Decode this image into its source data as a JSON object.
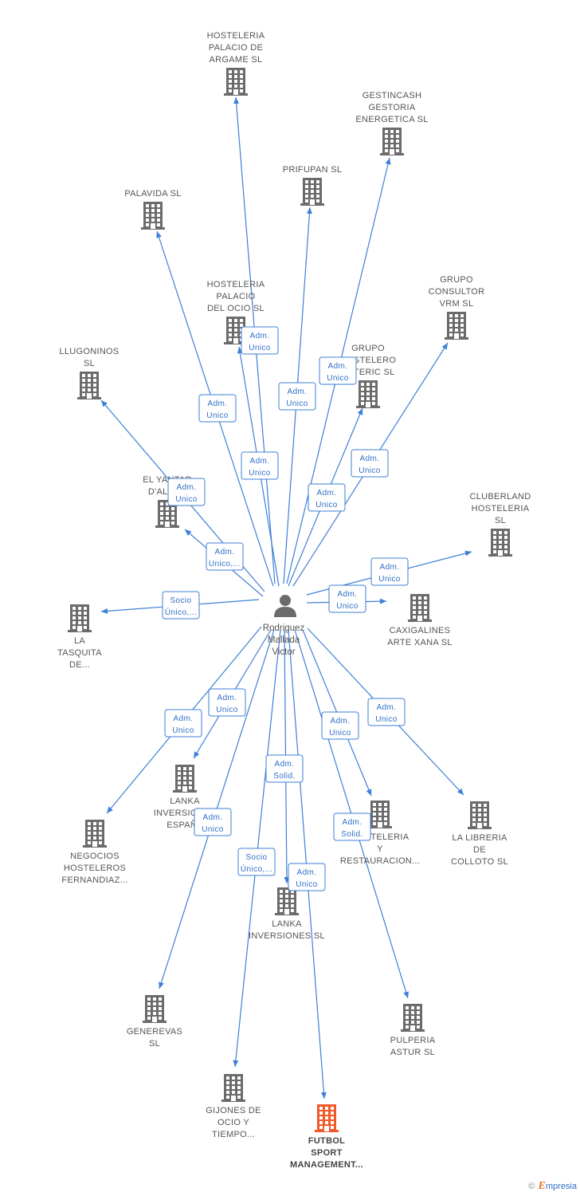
{
  "colors": {
    "edge": "#3e7fd6",
    "building": "#6b6b6b",
    "target": "#f05a2a",
    "label": "#555555"
  },
  "person": {
    "icon": "person-icon",
    "lines": [
      "Rodriguez",
      "Mallada",
      "Victor"
    ]
  },
  "companies": [
    {
      "id": "hosteleria-palacio-argame",
      "lines": [
        "HOSTELERIA",
        "PALACIO DE",
        "ARGAME SL"
      ]
    },
    {
      "id": "gestincash",
      "lines": [
        "GESTINCASH",
        "GESTORIA",
        "ENERGETICA SL"
      ]
    },
    {
      "id": "prifupan",
      "lines": [
        "PRIFUPAN  SL"
      ]
    },
    {
      "id": "palavida",
      "lines": [
        "PALAVIDA SL"
      ]
    },
    {
      "id": "grupo-consultor",
      "lines": [
        "GRUPO",
        "CONSULTOR",
        "VRM SL"
      ]
    },
    {
      "id": "hosteleria-palacio-ocio",
      "lines": [
        "HOSTELERIA",
        "PALACIO",
        "DEL OCIO  SL"
      ]
    },
    {
      "id": "llugoninos",
      "lines": [
        "LLUGONINOS",
        "SL"
      ]
    },
    {
      "id": "grupo-hostelero",
      "lines": [
        "GRUPO",
        "HOSTELERO",
        "ASTERIC SL"
      ]
    },
    {
      "id": "el-yantar",
      "lines": [
        "EL YANTAR",
        "D'ALDEA"
      ]
    },
    {
      "id": "cluberland",
      "lines": [
        "CLUBERLAND",
        "HOSTELERIA",
        "SL"
      ]
    },
    {
      "id": "la-tasquita",
      "lines": [
        "LA",
        "TASQUITA",
        "DE..."
      ]
    },
    {
      "id": "caxigalines",
      "lines": [
        "CAXIGALINES",
        "ARTE XANA SL"
      ]
    },
    {
      "id": "lanka-espana",
      "lines": [
        "LANKA",
        "INVERSIONES",
        "ESPAÑA"
      ]
    },
    {
      "id": "negocios",
      "lines": [
        "NEGOCIOS",
        "HOSTELEROS",
        "FERNANDIAZ..."
      ]
    },
    {
      "id": "hosteleria-restauracion",
      "lines": [
        "HOSTELERIA",
        "Y",
        "RESTAURACION..."
      ]
    },
    {
      "id": "la-libreria",
      "lines": [
        "LA LIBRERIA",
        "DE",
        "COLLOTO  SL"
      ]
    },
    {
      "id": "lanka-inversiones",
      "lines": [
        "LANKA",
        "INVERSIONES SL"
      ]
    },
    {
      "id": "generevas",
      "lines": [
        "GENEREVAS",
        "SL"
      ]
    },
    {
      "id": "pulperia",
      "lines": [
        "PULPERIA",
        "ASTUR  SL"
      ]
    },
    {
      "id": "gijones",
      "lines": [
        "GIJONES DE",
        "OCIO Y",
        "TIEMPO..."
      ]
    },
    {
      "id": "futbol-sport",
      "lines": [
        "FUTBOL",
        "SPORT",
        "MANAGEMENT..."
      ],
      "target": true
    }
  ],
  "relations": [
    {
      "to": "hosteleria-palacio-argame",
      "lines": [
        "Adm.",
        "Unico"
      ]
    },
    {
      "to": "gestincash",
      "lines": [
        "Adm.",
        "Unico"
      ]
    },
    {
      "to": "prifupan",
      "lines": [
        "Adm.",
        "Unico"
      ]
    },
    {
      "to": "palavida",
      "lines": [
        "Adm.",
        "Unico"
      ]
    },
    {
      "to": "grupo-consultor",
      "lines": [
        "Adm.",
        "Unico"
      ]
    },
    {
      "to": "hosteleria-palacio-ocio",
      "lines": [
        "Adm.",
        "Unico"
      ]
    },
    {
      "to": "llugoninos",
      "lines": [
        "Adm.",
        "Unico"
      ]
    },
    {
      "to": "grupo-hostelero",
      "lines": [
        "Adm.",
        "Unico"
      ]
    },
    {
      "to": "el-yantar",
      "lines": [
        "Adm.",
        "Unico,..."
      ]
    },
    {
      "to": "cluberland",
      "lines": [
        "Adm.",
        "Unico"
      ]
    },
    {
      "to": "la-tasquita",
      "lines": [
        "Socio",
        "Único,..."
      ]
    },
    {
      "to": "caxigalines",
      "lines": [
        "Adm.",
        "Unico"
      ]
    },
    {
      "to": "lanka-espana",
      "lines": [
        "Adm.",
        "Unico"
      ]
    },
    {
      "to": "negocios",
      "lines": [
        "Adm.",
        "Unico"
      ]
    },
    {
      "to": "hosteleria-restauracion",
      "lines": [
        "Adm.",
        "Unico"
      ]
    },
    {
      "to": "la-libreria",
      "lines": [
        "Adm.",
        "Unico"
      ]
    },
    {
      "to": "lanka-inversiones",
      "lines": [
        "Adm.",
        "Solid."
      ]
    },
    {
      "to": "generevas",
      "lines": [
        "Adm.",
        "Unico"
      ]
    },
    {
      "to": "pulperia",
      "lines": [
        "Adm.",
        "Solid."
      ]
    },
    {
      "to": "gijones",
      "lines": [
        "Socio",
        "Único,..."
      ]
    },
    {
      "to": "futbol-sport",
      "lines": [
        "Adm.",
        "Unico"
      ]
    }
  ],
  "footer": {
    "copyright": "©",
    "brand_initial": "E",
    "brand_rest": "mpresia"
  }
}
